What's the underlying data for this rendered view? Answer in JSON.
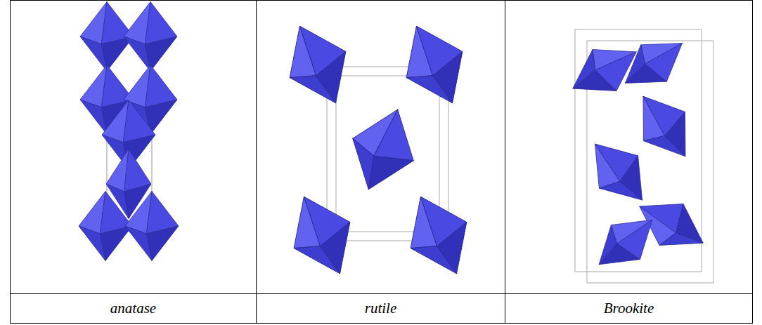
{
  "diagram": {
    "labels": [
      "anatase",
      "rutile",
      "Brookite"
    ]
  }
}
